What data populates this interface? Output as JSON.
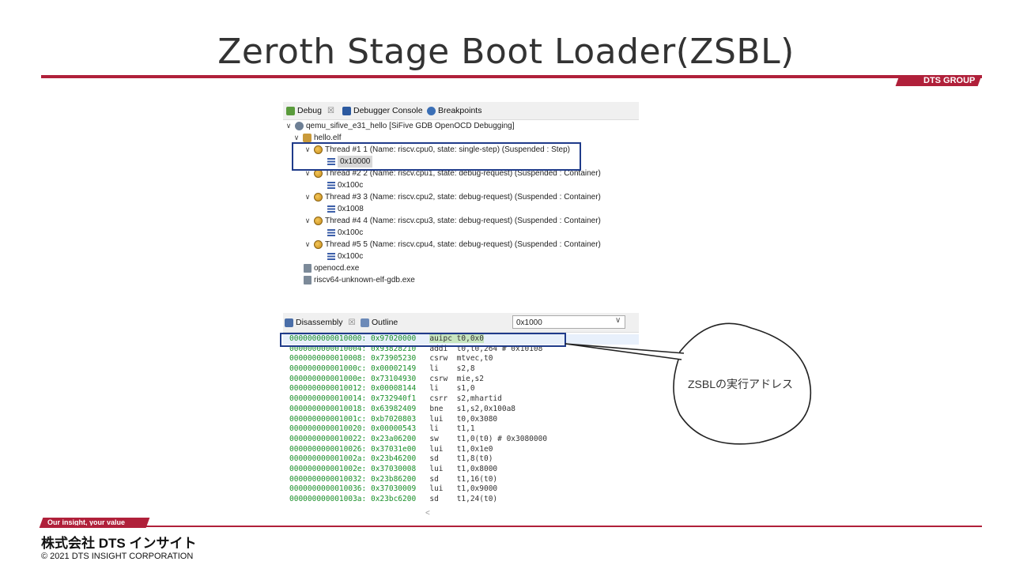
{
  "slide": {
    "title": "Zeroth Stage Boot Loader(ZSBL)",
    "group_tag": "DTS GROUP",
    "slogan": "Our insight, your value",
    "company": "株式会社 DTS インサイト",
    "copyright": "© 2021 DTS INSIGHT CORPORATION"
  },
  "debug_view": {
    "tabs": [
      {
        "label": "Debug",
        "close": "☒"
      },
      {
        "label": "Debugger Console"
      },
      {
        "label": "Breakpoints"
      }
    ],
    "launch": "qemu_sifive_e31_hello [SiFive GDB OpenOCD Debugging]",
    "elf": "hello.elf",
    "threads": [
      {
        "label": "Thread #1 1 (Name: riscv.cpu0, state: single-step) (Suspended : Step)",
        "frame": "0x10000"
      },
      {
        "label": "Thread #2 2 (Name: riscv.cpu1, state: debug-request) (Suspended : Container)",
        "frame": "0x100c"
      },
      {
        "label": "Thread #3 3 (Name: riscv.cpu2, state: debug-request) (Suspended : Container)",
        "frame": "0x1008"
      },
      {
        "label": "Thread #4 4 (Name: riscv.cpu3, state: debug-request) (Suspended : Container)",
        "frame": "0x100c"
      },
      {
        "label": "Thread #5 5 (Name: riscv.cpu4, state: debug-request) (Suspended : Container)",
        "frame": "0x100c"
      }
    ],
    "processes": [
      "openocd.exe",
      "riscv64-unknown-elf-gdb.exe"
    ]
  },
  "disassembly_view": {
    "tabs": [
      {
        "label": "Disassembly",
        "close": "☒"
      },
      {
        "label": "Outline"
      }
    ],
    "address_input": "0x1000",
    "lines": [
      {
        "addr": "0000000000010000:",
        "hex": "0x97020000",
        "op": "auipc",
        "args": "t0,0x0"
      },
      {
        "addr": "0000000000010004:",
        "hex": "0x93828210",
        "op": "addi",
        "args": "t0,t0,264 # 0x10108"
      },
      {
        "addr": "0000000000010008:",
        "hex": "0x73905230",
        "op": "csrw",
        "args": "mtvec,t0"
      },
      {
        "addr": "000000000001000c:",
        "hex": "0x00002149",
        "op": "li",
        "args": "s2,8"
      },
      {
        "addr": "000000000001000e:",
        "hex": "0x73104930",
        "op": "csrw",
        "args": "mie,s2"
      },
      {
        "addr": "0000000000010012:",
        "hex": "0x00008144",
        "op": "li",
        "args": "s1,0"
      },
      {
        "addr": "0000000000010014:",
        "hex": "0x732940f1",
        "op": "csrr",
        "args": "s2,mhartid"
      },
      {
        "addr": "0000000000010018:",
        "hex": "0x63982409",
        "op": "bne",
        "args": "s1,s2,0x100a8"
      },
      {
        "addr": "000000000001001c:",
        "hex": "0xb7020803",
        "op": "lui",
        "args": "t0,0x3080"
      },
      {
        "addr": "0000000000010020:",
        "hex": "0x00000543",
        "op": "li",
        "args": "t1,1"
      },
      {
        "addr": "0000000000010022:",
        "hex": "0x23a06200",
        "op": "sw",
        "args": "t1,0(t0) # 0x3080000"
      },
      {
        "addr": "0000000000010026:",
        "hex": "0x37031e00",
        "op": "lui",
        "args": "t1,0x1e0"
      },
      {
        "addr": "000000000001002a:",
        "hex": "0x23b46200",
        "op": "sd",
        "args": "t1,8(t0)"
      },
      {
        "addr": "000000000001002e:",
        "hex": "0x37030008",
        "op": "lui",
        "args": "t1,0x8000"
      },
      {
        "addr": "0000000000010032:",
        "hex": "0x23b86200",
        "op": "sd",
        "args": "t1,16(t0)"
      },
      {
        "addr": "0000000000010036:",
        "hex": "0x37030009",
        "op": "lui",
        "args": "t1,0x9000"
      },
      {
        "addr": "000000000001003a:",
        "hex": "0x23bc6200",
        "op": "sd",
        "args": "t1,24(t0)"
      }
    ]
  },
  "callout": {
    "text": "ZSBLの実行アドレス"
  },
  "colors": {
    "brand_red": "#b0203a",
    "highlight_blue": "#1f3b8a",
    "asm_green": "#1a8f2a"
  }
}
